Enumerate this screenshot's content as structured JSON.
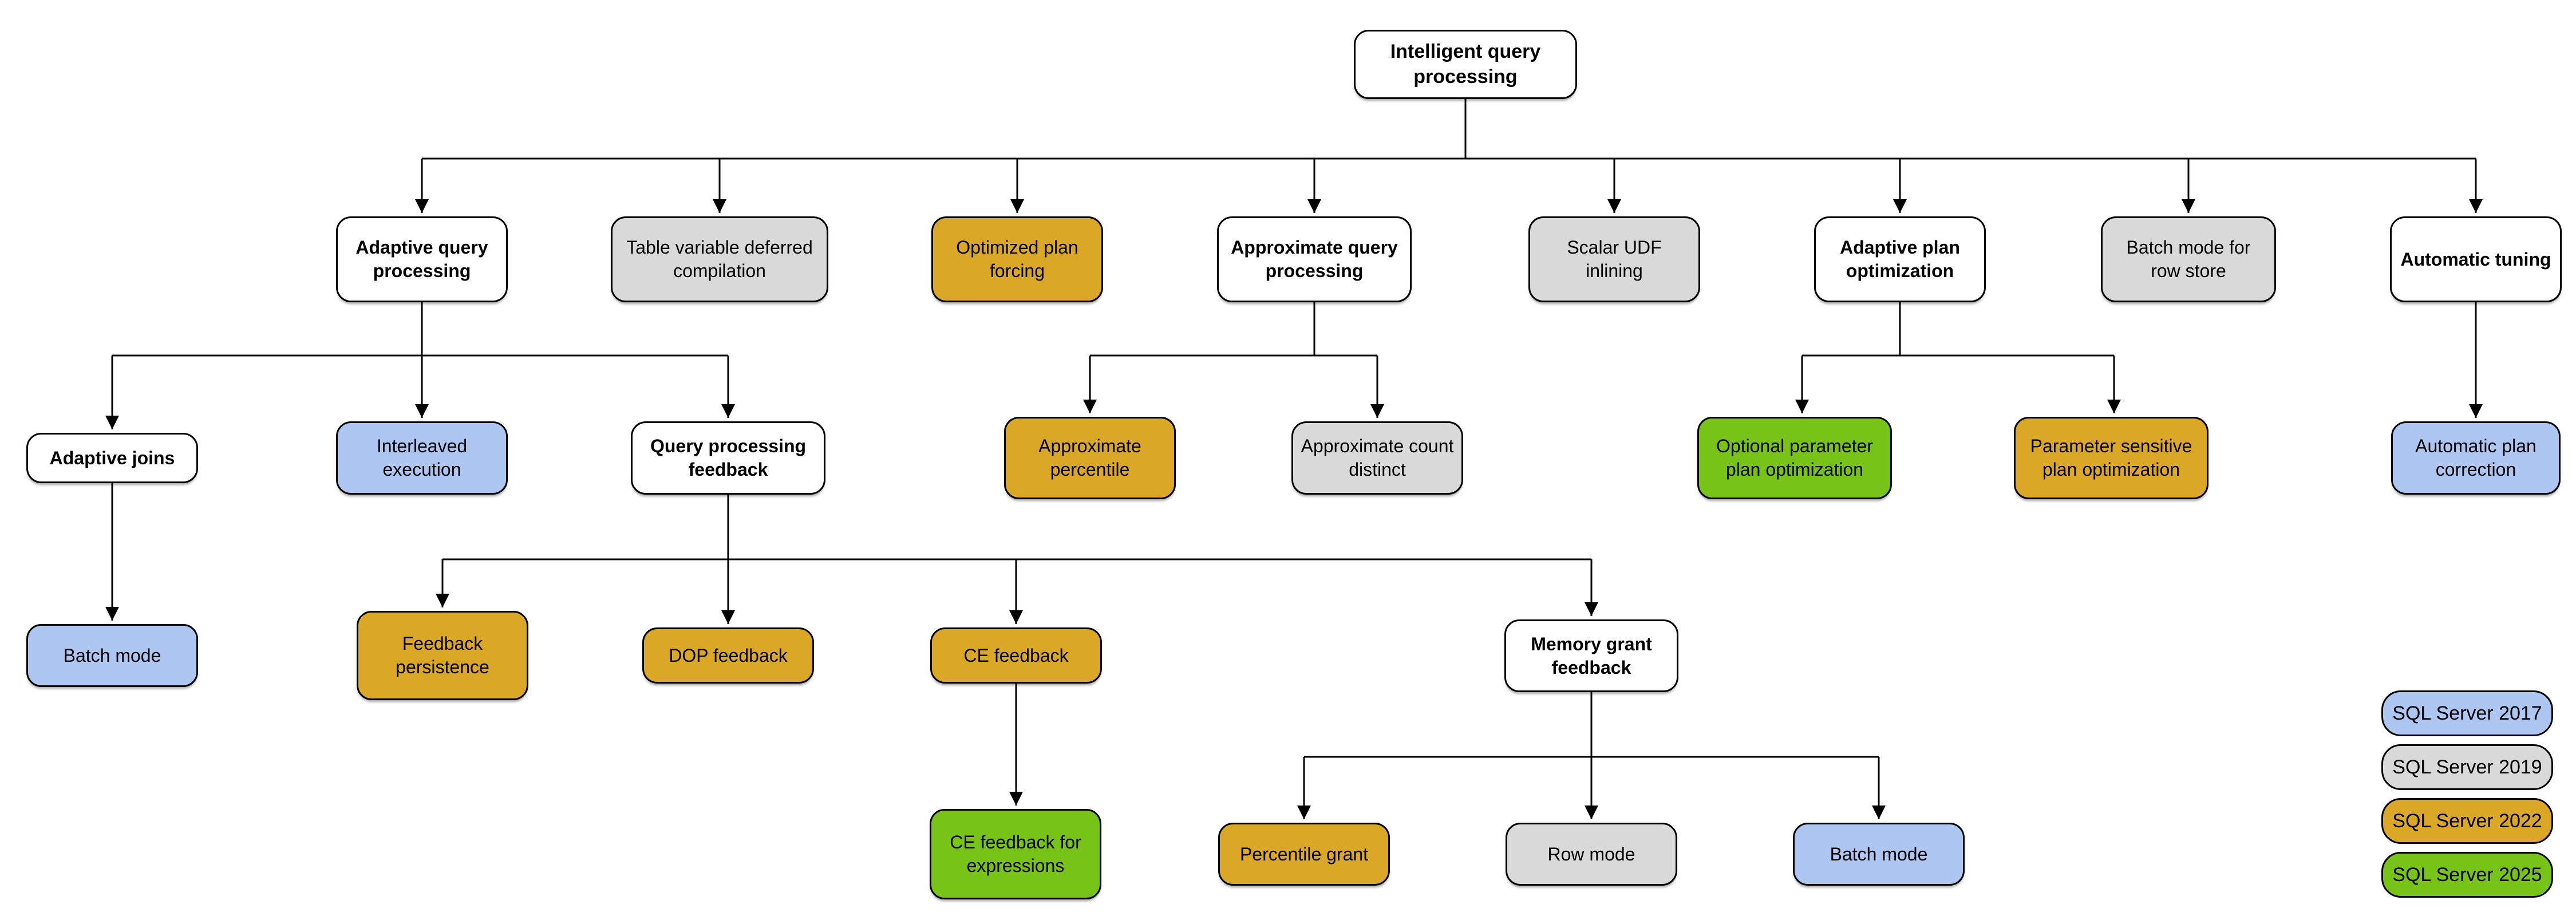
{
  "diagram_title": "Intelligent query processing",
  "colors": {
    "sql_server_2017": "#aec6f2",
    "sql_server_2019": "#d9d9d9",
    "sql_server_2022": "#dba727",
    "sql_server_2025": "#77c318",
    "category_node": "#ffffff",
    "line": "#000000"
  },
  "nodes": {
    "root": {
      "label": "Intelligent query processing",
      "version": "category"
    },
    "adaptive_query_processing": {
      "label": "Adaptive query processing",
      "version": "category"
    },
    "table_variable_deferred_compilation": {
      "label": "Table variable deferred compilation",
      "version": "SQL Server 2019"
    },
    "optimized_plan_forcing": {
      "label": "Optimized plan forcing",
      "version": "SQL Server 2022"
    },
    "approximate_query_processing": {
      "label": "Approximate query processing",
      "version": "category"
    },
    "scalar_udf_inlining": {
      "label": "Scalar UDF inlining",
      "version": "SQL Server 2019"
    },
    "adaptive_plan_optimization": {
      "label": "Adaptive plan optimization",
      "version": "category"
    },
    "batch_mode_for_row_store": {
      "label": "Batch mode for row store",
      "version": "SQL Server 2019"
    },
    "automatic_tuning": {
      "label": "Automatic tuning",
      "version": "category"
    },
    "adaptive_joins": {
      "label": "Adaptive joins",
      "version": "category"
    },
    "interleaved_execution": {
      "label": "Interleaved execution",
      "version": "SQL Server 2017"
    },
    "query_processing_feedback": {
      "label": "Query processing feedback",
      "version": "category"
    },
    "approximate_percentile": {
      "label": "Approximate percentile",
      "version": "SQL Server 2022"
    },
    "approximate_count_distinct": {
      "label": "Approximate count distinct",
      "version": "SQL Server 2019"
    },
    "optional_parameter_plan_optimization": {
      "label": "Optional parameter plan optimization",
      "version": "SQL Server 2025"
    },
    "parameter_sensitive_plan_optimization": {
      "label": "Parameter sensitive plan optimization",
      "version": "SQL Server 2022"
    },
    "automatic_plan_correction": {
      "label": "Automatic plan correction",
      "version": "SQL Server 2017"
    },
    "batch_mode_adaptive_joins": {
      "label": "Batch mode",
      "version": "SQL Server 2017"
    },
    "feedback_persistence": {
      "label": "Feedback persistence",
      "version": "SQL Server 2022"
    },
    "dop_feedback": {
      "label": "DOP feedback",
      "version": "SQL Server 2022"
    },
    "ce_feedback": {
      "label": "CE feedback",
      "version": "SQL Server 2022"
    },
    "memory_grant_feedback": {
      "label": "Memory grant feedback",
      "version": "category"
    },
    "ce_feedback_for_expressions": {
      "label": "CE feedback for expressions",
      "version": "SQL Server 2025"
    },
    "percentile_grant": {
      "label": "Percentile grant",
      "version": "SQL Server 2022"
    },
    "row_mode": {
      "label": "Row mode",
      "version": "SQL Server 2019"
    },
    "batch_mode_memory_grant": {
      "label": "Batch mode",
      "version": "SQL Server 2017"
    }
  },
  "legend": {
    "items": [
      {
        "label": "SQL Server 2017",
        "color": "#aec6f2"
      },
      {
        "label": "SQL Server 2019",
        "color": "#d9d9d9"
      },
      {
        "label": "SQL Server 2022",
        "color": "#dba727"
      },
      {
        "label": "SQL Server 2025",
        "color": "#77c318"
      }
    ]
  }
}
